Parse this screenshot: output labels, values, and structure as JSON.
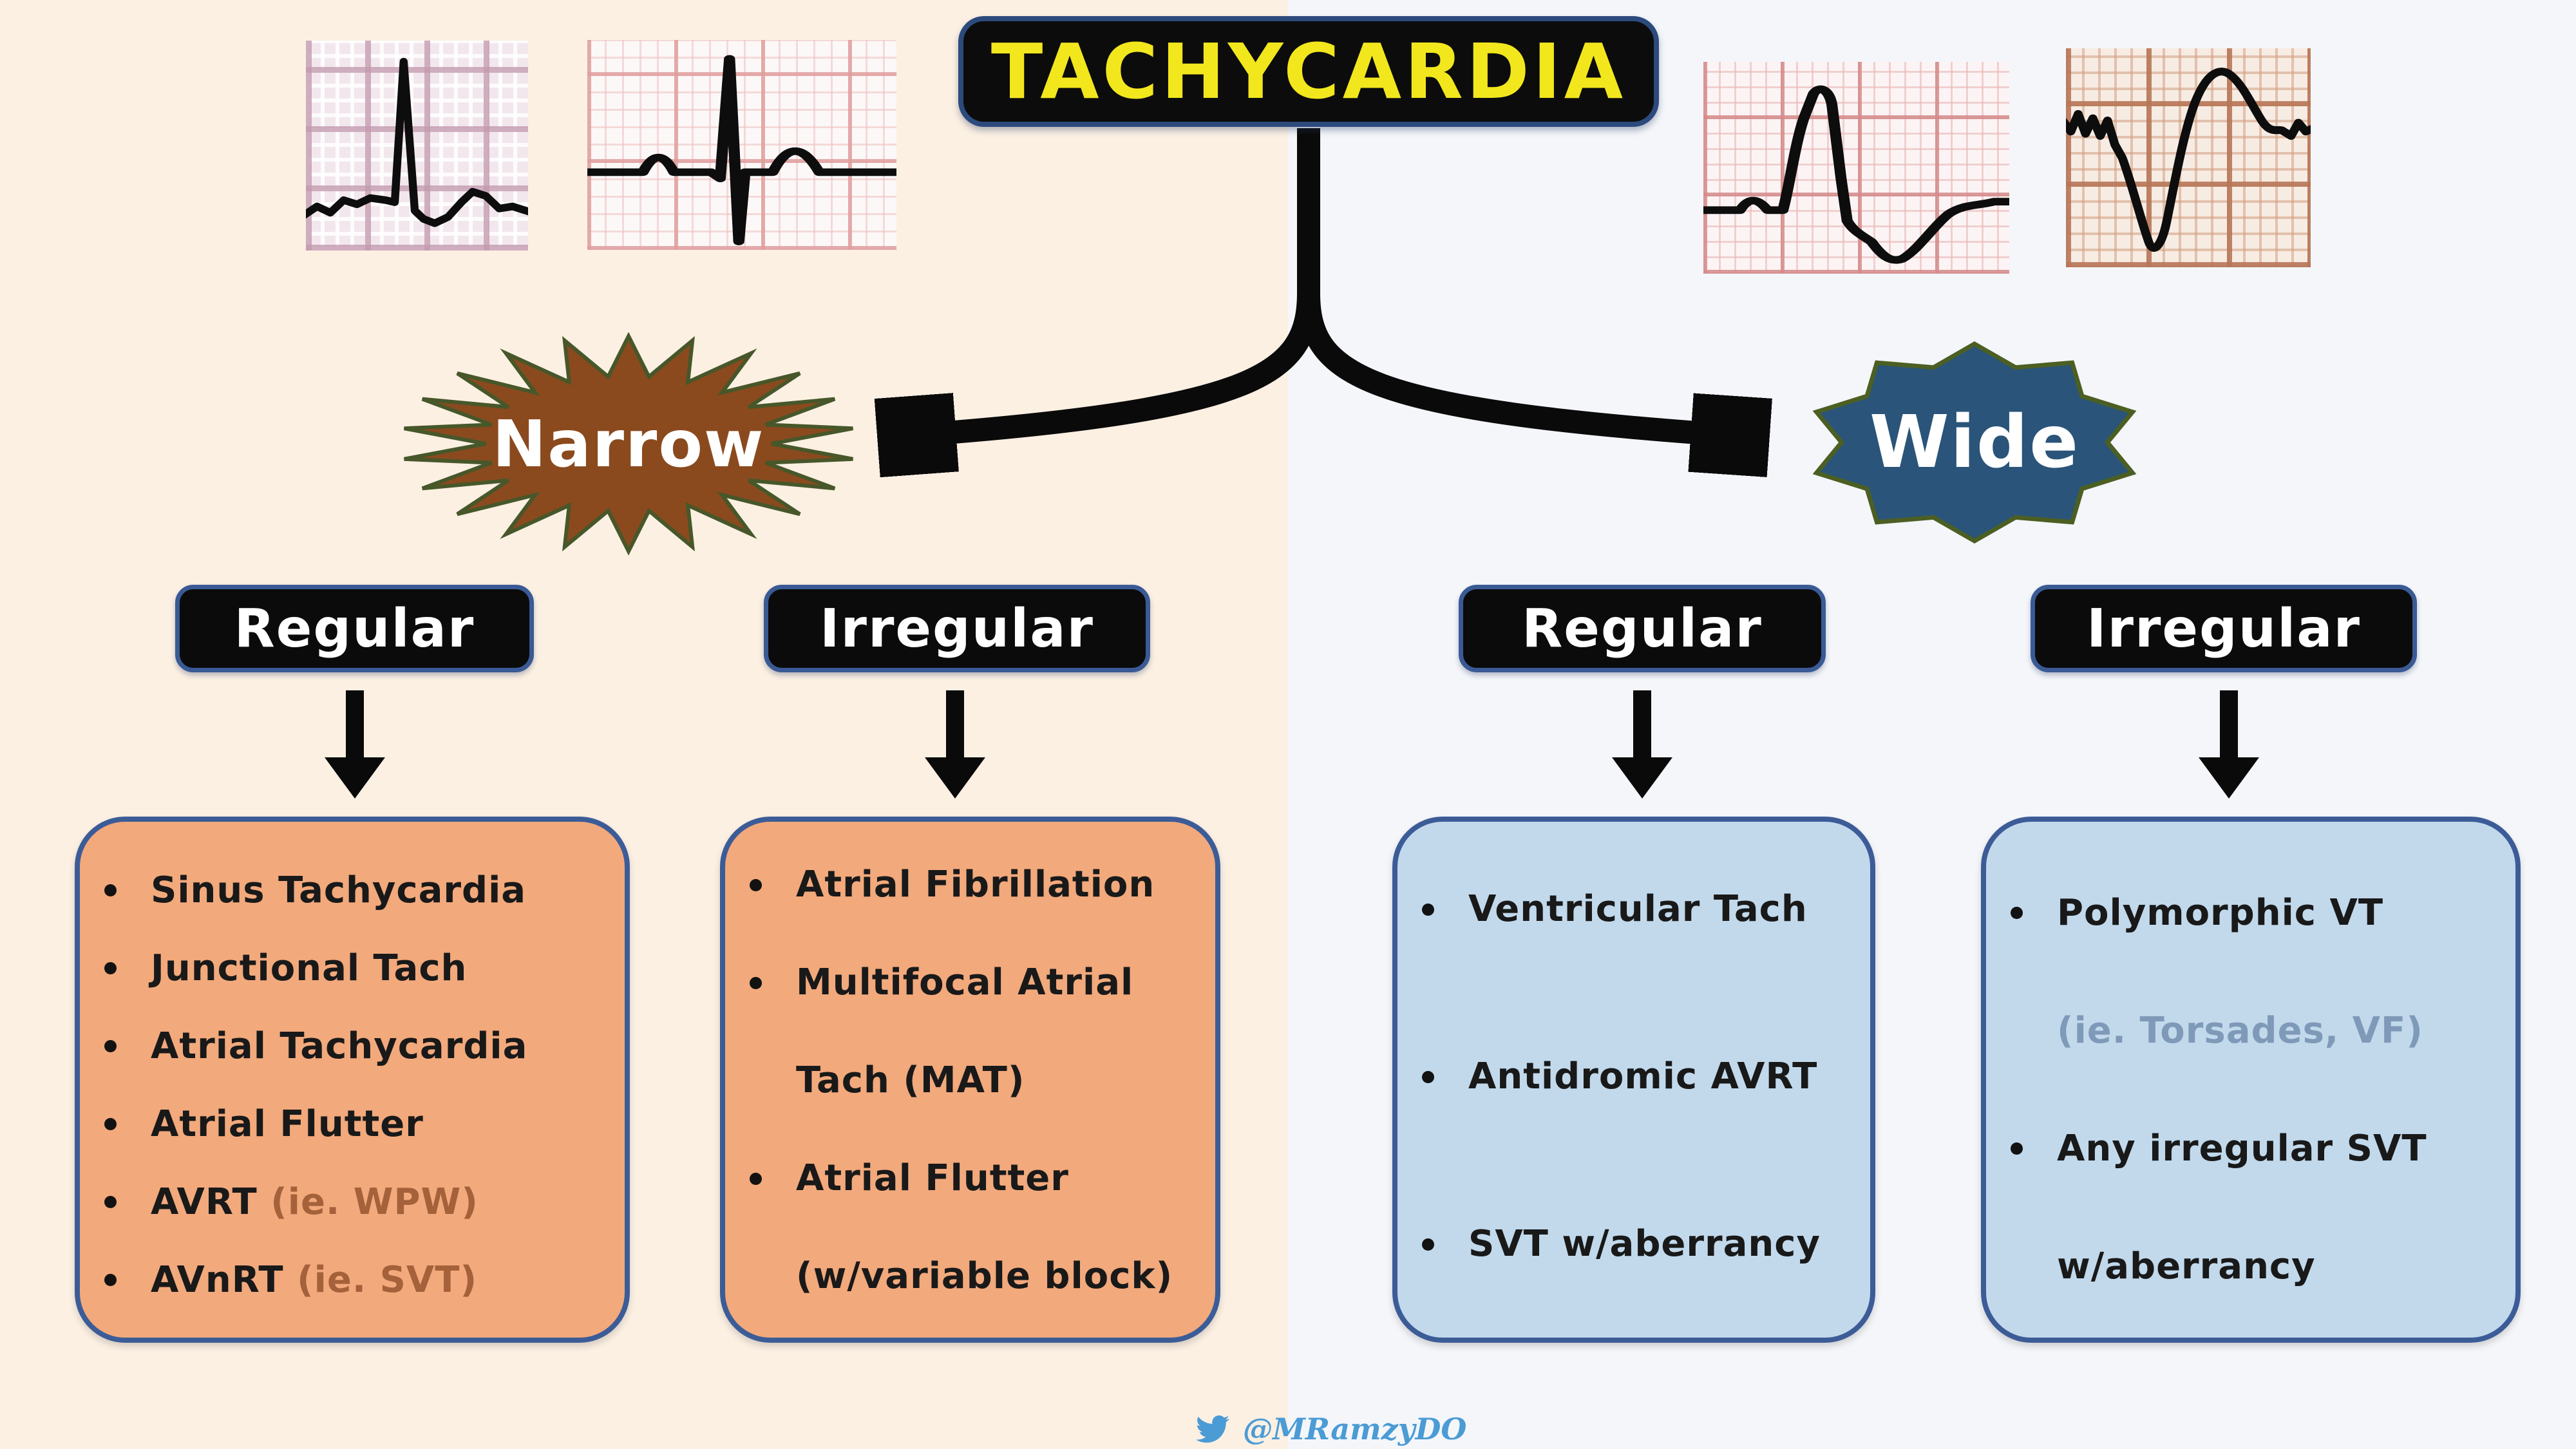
{
  "title": "TACHYCARDIA",
  "branches": {
    "left": {
      "label": "Narrow"
    },
    "right": {
      "label": "Wide"
    }
  },
  "categories": {
    "narrow_regular": "Regular",
    "narrow_irregular": "Irregular",
    "wide_regular": "Regular",
    "wide_irregular": "Irregular"
  },
  "cards": {
    "narrow_regular": {
      "items": [
        {
          "text": "Sinus Tachycardia"
        },
        {
          "text": "Junctional Tach"
        },
        {
          "text": "Atrial Tachycardia"
        },
        {
          "text": "Atrial Flutter"
        },
        {
          "text": "AVRT",
          "note": "(ie. WPW)"
        },
        {
          "text": "AVnRT",
          "note": "(ie. SVT)"
        }
      ]
    },
    "narrow_irregular": {
      "items": [
        {
          "text": "Atrial Fibrillation"
        },
        {
          "text": "Multifocal Atrial",
          "text2": "Tach (MAT)"
        },
        {
          "text": "Atrial Flutter",
          "text2": "(w/variable block)"
        }
      ]
    },
    "wide_regular": {
      "items": [
        {
          "text": "Ventricular Tach"
        },
        {
          "text": "Antidromic AVRT"
        },
        {
          "text": "SVT w/aberrancy"
        }
      ]
    },
    "wide_irregular": {
      "items": [
        {
          "text": "Polymorphic VT",
          "note": "(ie. Torsades, VF)"
        },
        {
          "text": "Any irregular SVT",
          "text2": "w/aberrancy"
        }
      ]
    }
  },
  "ecg_strips": {
    "narrow_1": "narrow-qrs-strip",
    "narrow_2": "narrow-pqrst-strip",
    "wide_1": "wide-qrs-strip",
    "wide_2": "polymorphic-wide-strip"
  },
  "footer": {
    "handle": "@MRamzyDO",
    "icon": "twitter-bird-icon"
  },
  "colors": {
    "title_text": "#f2e71d",
    "title_bg": "#0c0c0c",
    "box_border_blue": "#3a5a95",
    "bg_left": "#fcf0e3",
    "bg_right": "#f4f6fa",
    "narrow_fill": "#8a4a1e",
    "wide_fill": "#2a5479",
    "badge_outline": "#4c5f23",
    "card_orange": "#f2a97c",
    "card_blue": "#c2d9ec",
    "note_tan": "#a4613a",
    "note_bluegray": "#7f99b8",
    "twitter_blue": "#4b9bd5"
  }
}
